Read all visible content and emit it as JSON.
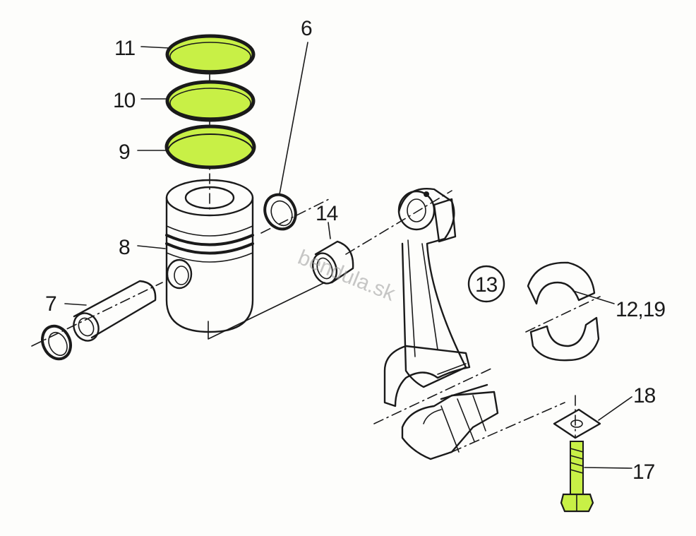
{
  "colors": {
    "ink": "#1a1a1a",
    "highlight": "#c8f046",
    "paper": "#fdfdfb",
    "watermark": "#9a9a9a"
  },
  "watermark": "bendula.sk",
  "labels": {
    "p6": "6",
    "p7": "7",
    "p8": "8",
    "p9": "9",
    "p10": "10",
    "p11": "11",
    "p12_19": "12,19",
    "p13": "13",
    "p14": "14",
    "p17": "17",
    "p18": "18"
  }
}
